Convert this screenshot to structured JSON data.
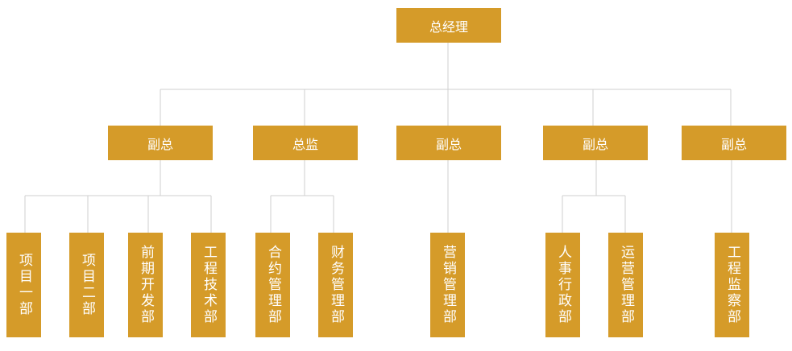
{
  "colors": {
    "box_fill": "#D59B29",
    "box_text": "#FFFFFF",
    "connector": "#CFCFCF"
  },
  "root": {
    "label": "总经理"
  },
  "level2": [
    {
      "label": "副总"
    },
    {
      "label": "总监"
    },
    {
      "label": "副总"
    },
    {
      "label": "副总"
    },
    {
      "label": "副总"
    }
  ],
  "level3": [
    {
      "label": "项目一部"
    },
    {
      "label": "项目二部"
    },
    {
      "label": "前期开发部"
    },
    {
      "label": "工程技术部"
    },
    {
      "label": "合约管理部"
    },
    {
      "label": "财务管理部"
    },
    {
      "label": "营销管理部"
    },
    {
      "label": "人事行政部"
    },
    {
      "label": "运营管理部"
    },
    {
      "label": "工程监察部"
    }
  ]
}
